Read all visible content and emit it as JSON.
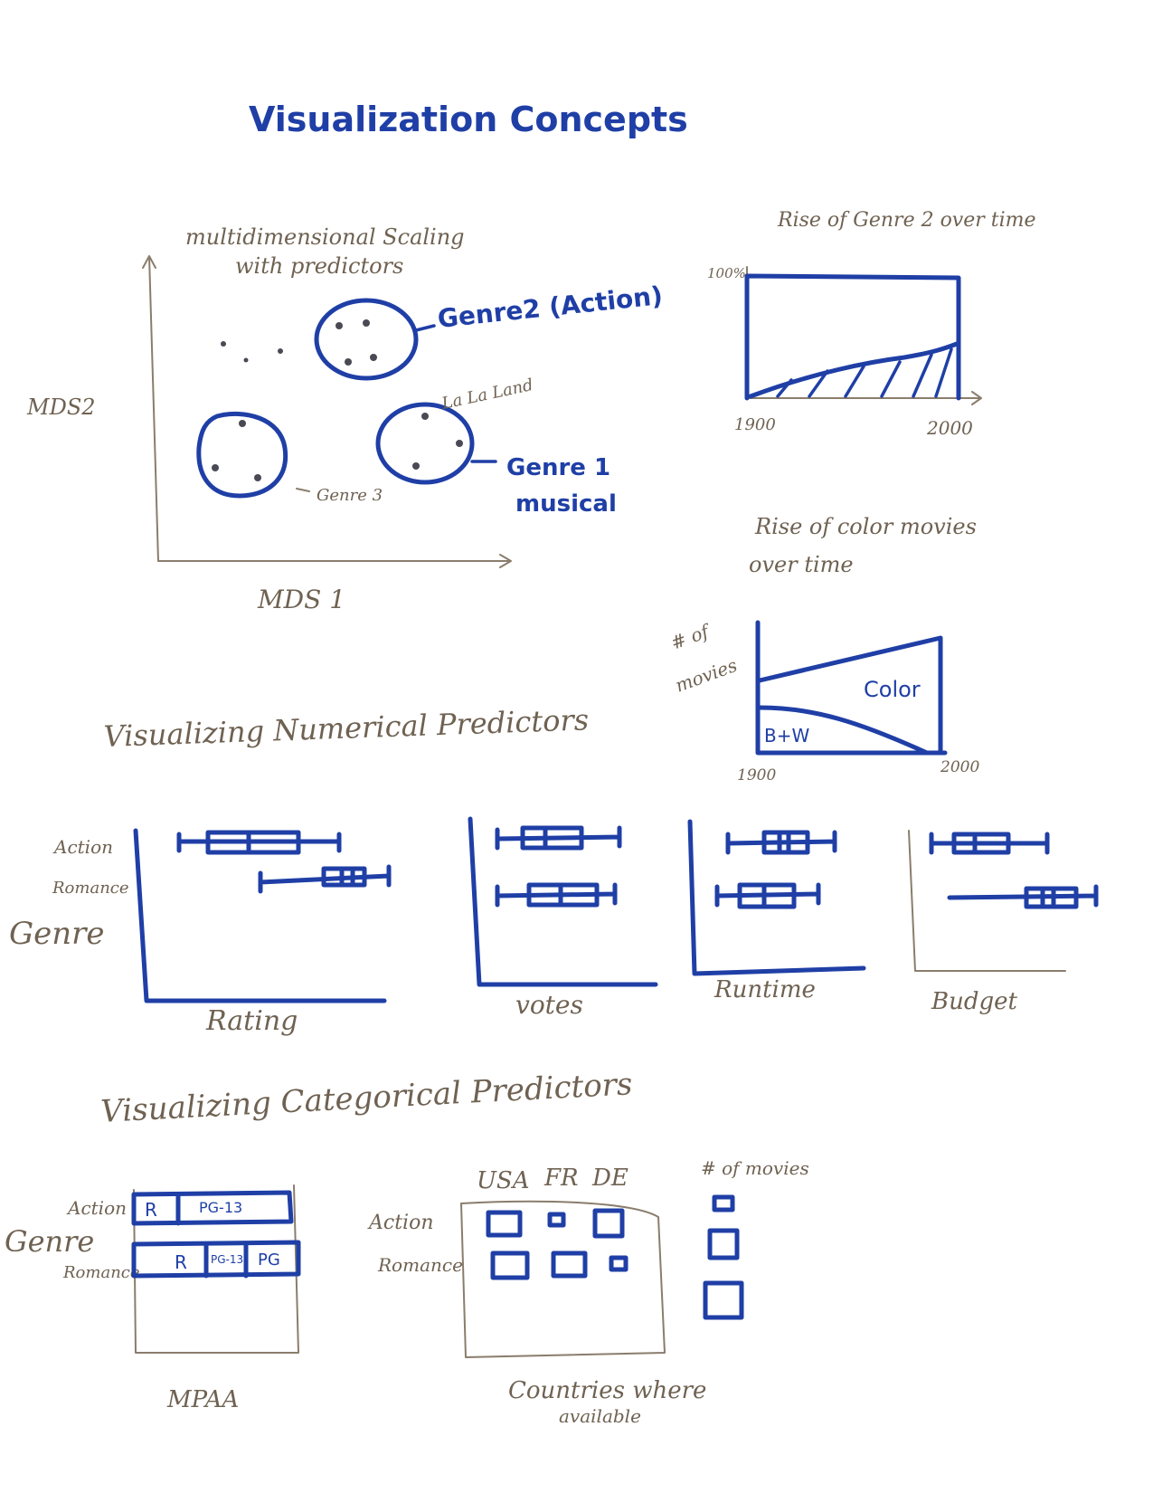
{
  "title": "Visualization Concepts",
  "mds": {
    "title_line1": "multidimensional Scaling",
    "title_line2": "with predictors",
    "y_label": "MDS2",
    "x_label": "MDS 1",
    "genre2_label": "Genre2 (Action)",
    "genre1_line1": "Genre 1",
    "genre1_line2": "musical",
    "lalaland_label": "La La Land",
    "genre3_label": "Genre 3"
  },
  "rise_genre2": {
    "title": "Rise of Genre 2 over time",
    "y_top_label": "100%",
    "x_start": "1900",
    "x_end": "2000"
  },
  "rise_color": {
    "title_line1": "Rise of color movies",
    "title_line2": "over time",
    "y_label_line1": "# of",
    "y_label_line2": "movies",
    "color_label": "Color",
    "bw_label": "B+W",
    "x_start": "1900",
    "x_end": "2000"
  },
  "numerical": {
    "heading": "Visualizing Numerical Predictors",
    "genre_label": "Genre",
    "action_label": "Action",
    "romance_label": "Romance",
    "plots": [
      "Rating",
      "votes",
      "Runtime",
      "Budget"
    ]
  },
  "categorical": {
    "heading": "Visualizing Categorical Predictors",
    "mpaa": {
      "genre_label": "Genre",
      "action_label": "Action",
      "romance_label": "Romance",
      "action_segments": [
        "R",
        "PG-13"
      ],
      "romance_segments": [
        "R",
        "PG-13",
        "PG"
      ],
      "x_label": "MPAA"
    },
    "countries": {
      "columns": [
        "USA",
        "FR",
        "DE"
      ],
      "rows": [
        "Action",
        "Romance"
      ],
      "x_label_line1": "Countries where",
      "x_label_line2": "available",
      "legend_title": "# of movies"
    }
  },
  "colors": {
    "ink": "#1f3fa6",
    "pencil": "#8a7d6c"
  }
}
